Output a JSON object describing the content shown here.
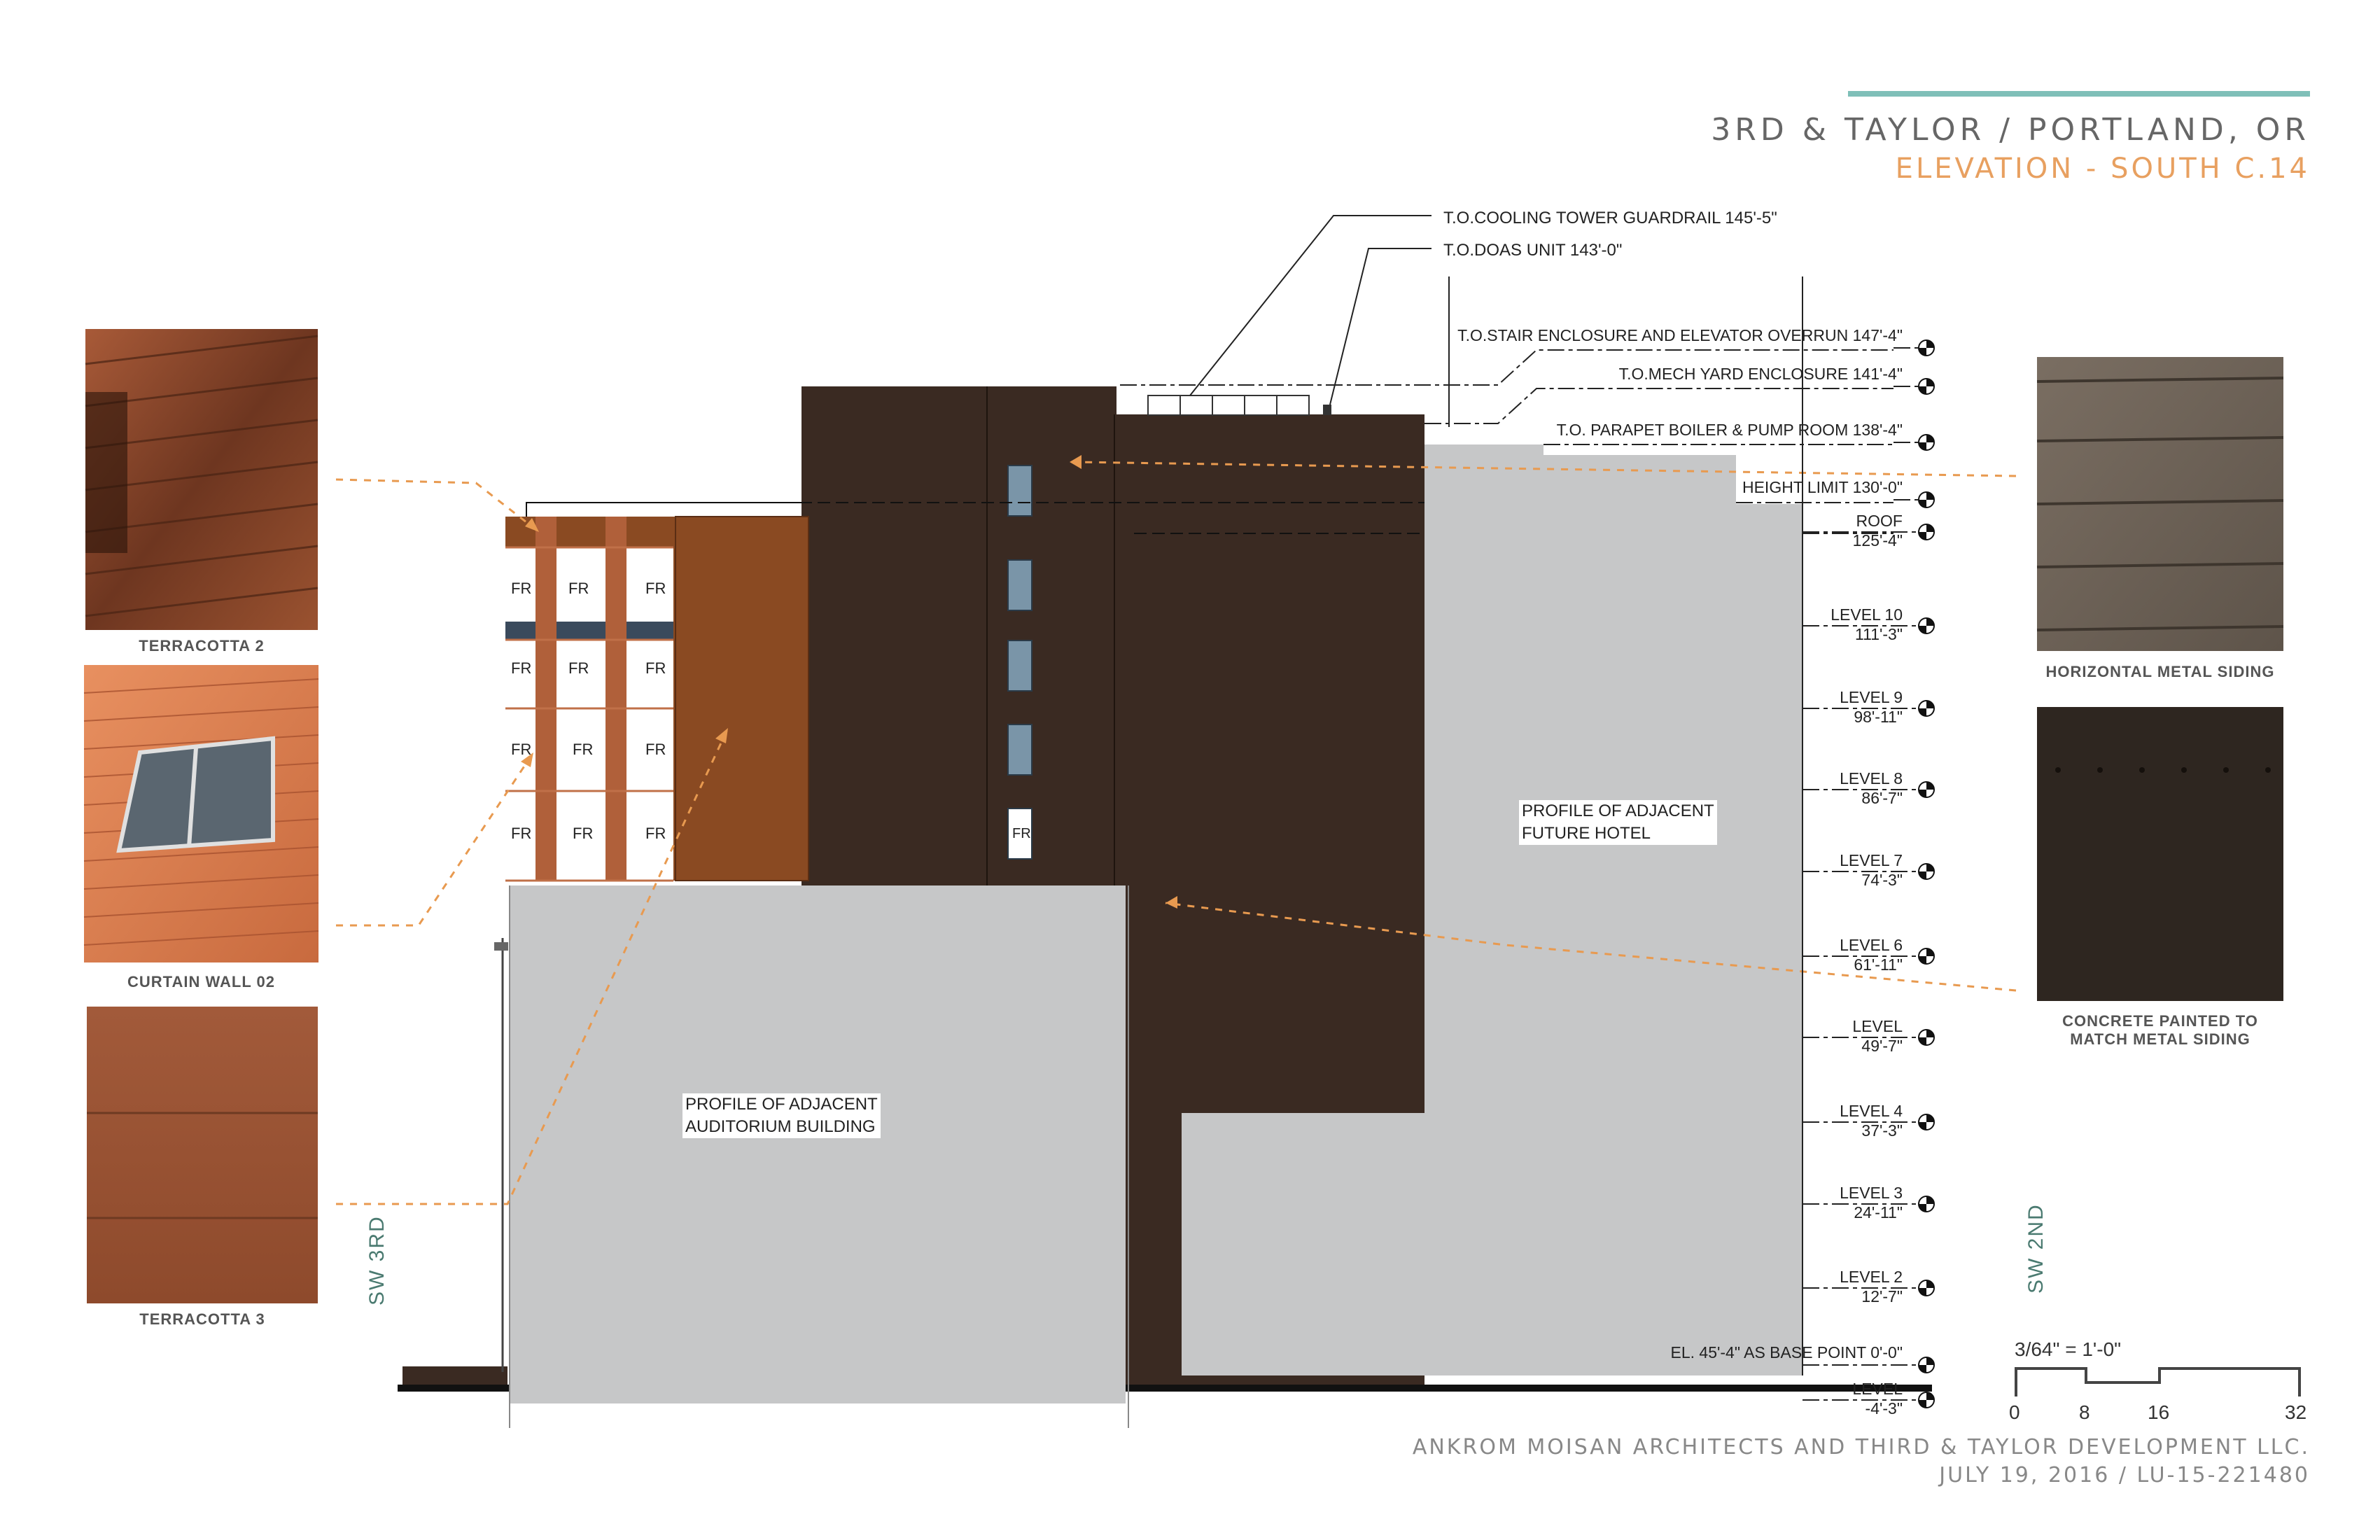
{
  "title": {
    "project": "3RD & TAYLOR / PORTLAND, OR",
    "sheet": "ELEVATION - SOUTH  C.14"
  },
  "footer": {
    "firm": "ANKROM MOISAN ARCHITECTS AND THIRD & TAYLOR DEVELOPMENT LLC.",
    "date_ref": "JULY 19, 2016  /  LU-15-221480"
  },
  "streets": {
    "left": "SW 3RD",
    "right": "SW 2ND"
  },
  "materials_left": [
    {
      "label": "TERRACOTTA 2",
      "color": "#8a4a2a"
    },
    {
      "label": "CURTAIN WALL 02",
      "color": "#d97a4a"
    },
    {
      "label": "TERRACOTTA 3",
      "color": "#9a5232"
    }
  ],
  "materials_right": [
    {
      "label": "HORIZONTAL METAL SIDING",
      "color": "#6e645a"
    },
    {
      "label": "CONCRETE PAINTED TO",
      "label2": "MATCH METAL SIDING",
      "color": "#2e2620"
    }
  ],
  "callouts": {
    "cooling_tower": "T.O.COOLING TOWER GUARDRAIL 145'-5\"",
    "doas": "T.O.DOAS UNIT 143'-0\""
  },
  "levels": [
    {
      "name": "T.O.STAIR ENCLOSURE AND ELEVATOR OVERRUN 147'-4\"",
      "elev": ""
    },
    {
      "name": "T.O.MECH YARD ENCLOSURE 141'-4\"",
      "elev": ""
    },
    {
      "name": "T.O. PARAPET BOILER & PUMP ROOM 138'-4\"",
      "elev": ""
    },
    {
      "name": "HEIGHT LIMIT 130'-0\"",
      "elev": ""
    },
    {
      "name": "ROOF",
      "elev": "125'-4\""
    },
    {
      "name": "LEVEL 10",
      "elev": "111'-3\""
    },
    {
      "name": "LEVEL 9",
      "elev": "98'-11\""
    },
    {
      "name": "LEVEL 8",
      "elev": "86'-7\""
    },
    {
      "name": "LEVEL 7",
      "elev": "74'-3\""
    },
    {
      "name": "LEVEL 6",
      "elev": "61'-11\""
    },
    {
      "name": "LEVEL",
      "elev": "49'-7\""
    },
    {
      "name": "LEVEL 4",
      "elev": "37'-3\""
    },
    {
      "name": "LEVEL 3",
      "elev": "24'-11\""
    },
    {
      "name": "LEVEL 2",
      "elev": "12'-7\""
    },
    {
      "name": "EL. 45'-4\" AS BASE POINT 0'-0\"",
      "elev": ""
    },
    {
      "name": "LEVEL",
      "elev": "-4'-3\""
    }
  ],
  "profiles": {
    "hotel_line1": "PROFILE OF ADJACENT",
    "hotel_line2": "FUTURE HOTEL",
    "auditorium_line1": "PROFILE OF ADJACENT",
    "auditorium_line2": "AUDITORIUM BUILDING"
  },
  "window_tag": "FR",
  "scale": {
    "label": "3/64\" = 1'-0\"",
    "ticks": [
      "0",
      "8",
      "16",
      "32"
    ]
  },
  "colors": {
    "dark_siding": "#3a2a22",
    "terracotta_panel": "#8a4a22",
    "terracotta_strip": "#b0603a",
    "profile_gray": "#c6c7c8",
    "accent_teal": "#7fbfb8",
    "accent_orange": "#e8a060",
    "leader_orange": "#e89a50"
  }
}
